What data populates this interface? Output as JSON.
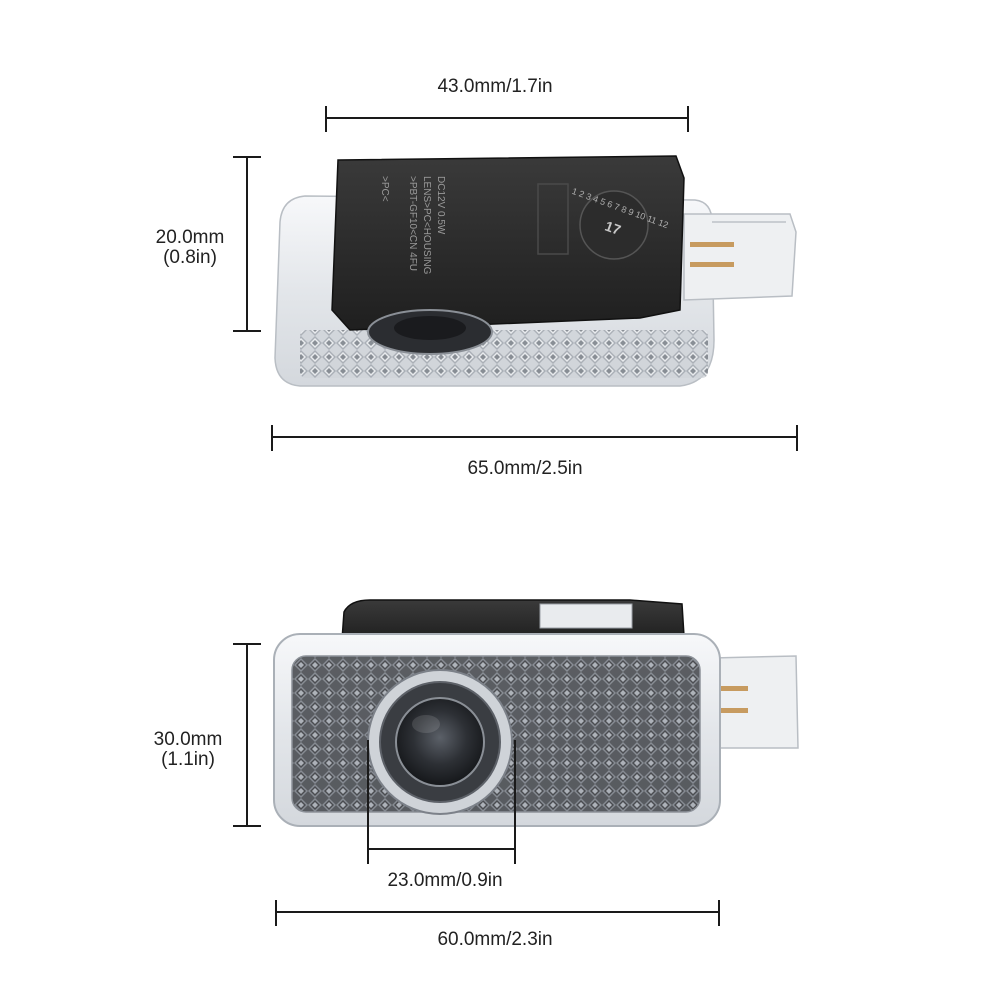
{
  "top_view": {
    "width_label": "43.0mm/1.7in",
    "length_label": "65.0mm/2.5in",
    "height_label_mm": "20.0mm",
    "height_label_in": "(0.8in)",
    "housing_text": {
      "line1": "DC12V 0.5W",
      "line2": "LENS>PC<HOUSING",
      "line3": ">PBT-GF10<CN 4FU",
      "line4": ">PC<"
    },
    "date_stamp_digits": "1 2 3 4 5 6 7 8 9 10 11 12",
    "date_stamp_year": "17"
  },
  "bottom_view": {
    "height_label_mm": "30.0mm",
    "height_label_in": "(1.1in)",
    "lens_label": "23.0mm/0.9in",
    "length_label": "60.0mm/2.3in"
  },
  "colors": {
    "dimension_line": "#1a1a1a",
    "housing_black": "#2a2a2a",
    "clear_plastic": "#e9ecef"
  }
}
